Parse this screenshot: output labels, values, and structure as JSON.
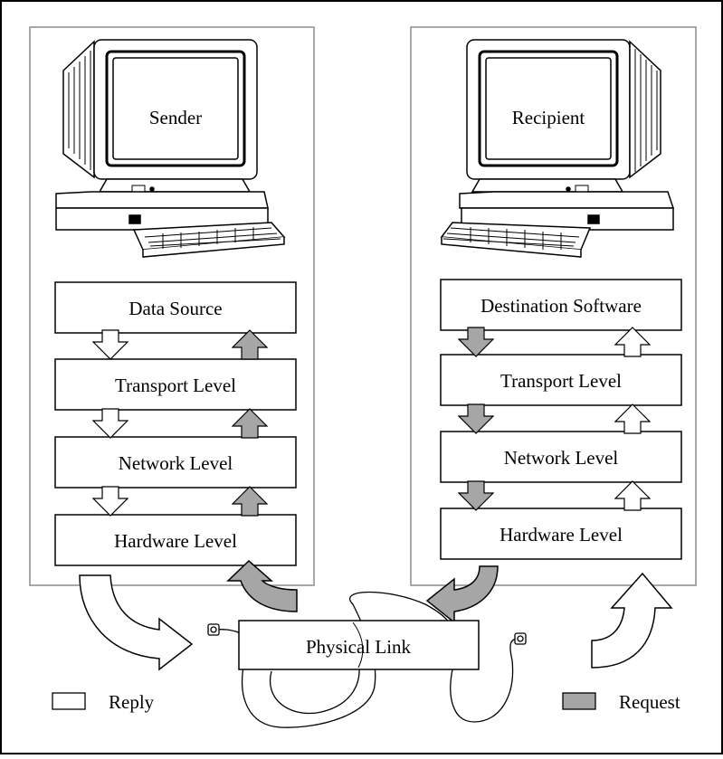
{
  "colors": {
    "reply_fill": "#ffffff",
    "request_fill": "#a6a6a6",
    "stroke": "#000000",
    "panel_border": "#8c8c8c"
  },
  "sender": {
    "screen_label": "Sender",
    "levels": [
      "Data Source",
      "Transport Level",
      "Network Level",
      "Hardware Level"
    ]
  },
  "recipient": {
    "screen_label": "Recipient",
    "levels": [
      "Destination Software",
      "Transport Level",
      "Network Level",
      "Hardware Level"
    ]
  },
  "link": {
    "label": "Physical Link"
  },
  "legend": {
    "reply": "Reply",
    "request": "Request"
  }
}
